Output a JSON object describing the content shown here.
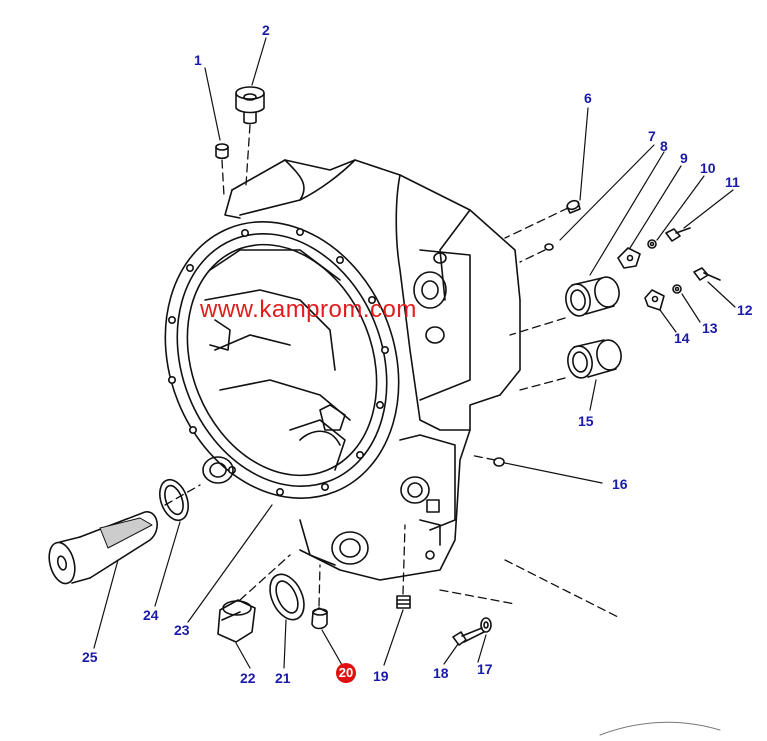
{
  "watermark": "www.kamprom.com",
  "accent_color": "#1a1aa8",
  "highlight_color": "#e01010",
  "callouts": {
    "c1": "1",
    "c2": "2",
    "c6": "6",
    "c7": "7",
    "c8": "8",
    "c9": "9",
    "c10": "10",
    "c11": "11",
    "c12": "12",
    "c13": "13",
    "c14": "14",
    "c15": "15",
    "c16": "16",
    "c17": "17",
    "c18": "18",
    "c19": "19",
    "c20": "20",
    "c21": "21",
    "c22": "22",
    "c23": "23",
    "c24": "24",
    "c25": "25"
  },
  "highlighted_part": "20"
}
